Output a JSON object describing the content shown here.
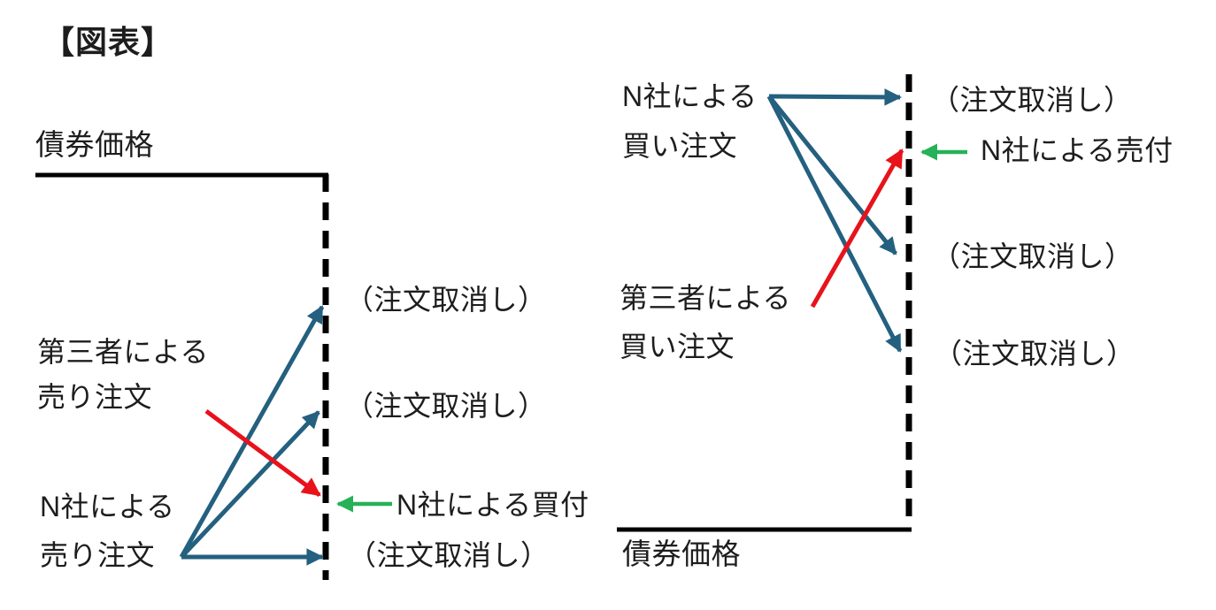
{
  "figure": {
    "title": "【図表】"
  },
  "colors": {
    "arrow_blue": "#24607f",
    "arrow_red": "#e8121b",
    "arrow_green": "#27b158",
    "axis_black": "#000000",
    "text_color": "#1d1d1d"
  },
  "left_panel": {
    "axis_label": "債券価格",
    "third_party_order_line1": "第三者による",
    "third_party_order_line2": "売り注文",
    "n_company_order_line1": "N社による",
    "n_company_order_line2": "売り注文",
    "cancel_top": "（注文取消し）",
    "cancel_middle": "（注文取消し）",
    "cancel_bottom": "（注文取消し）",
    "execution_label": "N社による買付"
  },
  "right_panel": {
    "axis_label": "債券価格",
    "n_company_order_line1": "N社による",
    "n_company_order_line2": "買い注文",
    "third_party_order_line1": "第三者による",
    "third_party_order_line2": "買い注文",
    "cancel_top": "（注文取消し）",
    "cancel_middle": "（注文取消し）",
    "cancel_bottom": "（注文取消し）",
    "execution_label": "N社による売付"
  }
}
